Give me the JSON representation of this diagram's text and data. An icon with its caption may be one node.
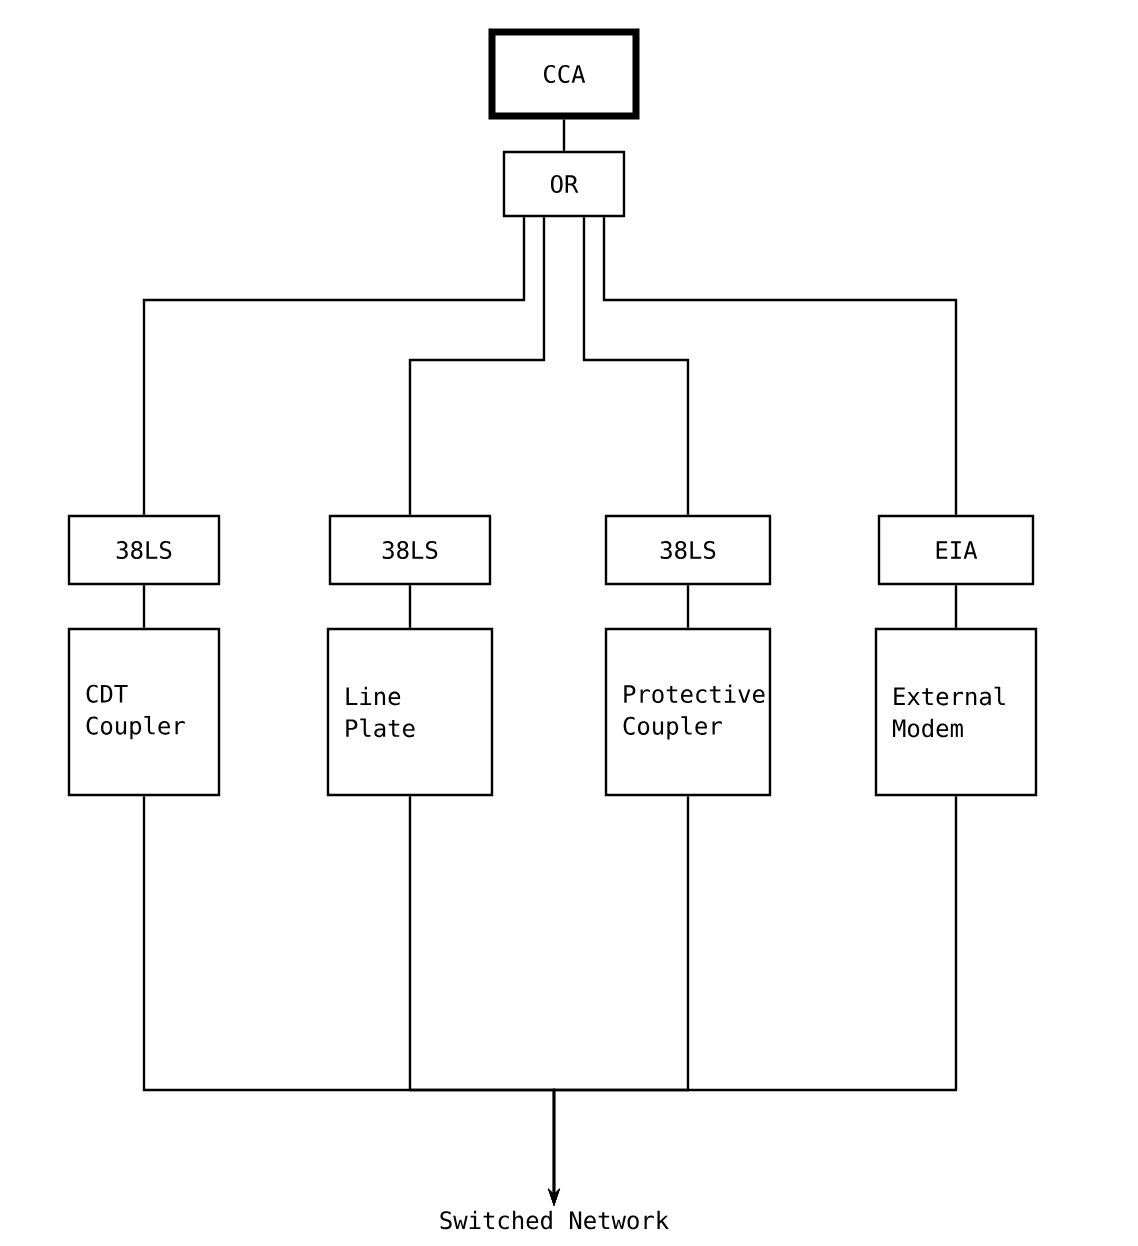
{
  "diagram": {
    "nodes": [
      {
        "text": [
          "CCA"
        ]
      },
      {
        "text": [
          "OR"
        ]
      },
      {
        "text": [
          "38LS"
        ]
      },
      {
        "text": [
          "38LS"
        ]
      },
      {
        "text": [
          "38LS"
        ]
      },
      {
        "text": [
          "EIA"
        ]
      },
      {
        "text": [
          "CDT Coupler"
        ]
      },
      {
        "text": [
          "Line Plate"
        ]
      },
      {
        "text": [
          "Protective Coupler"
        ]
      },
      {
        "text": [
          "External Modem"
        ]
      },
      {
        "text": [
          "Switched Network"
        ]
      }
    ],
    "edges": [
      {
        "from": 0,
        "to": 1,
        "arrow": "none"
      },
      {
        "from": 1,
        "to": 2,
        "arrow": "none"
      },
      {
        "from": 1,
        "to": 3,
        "arrow": "none"
      },
      {
        "from": 1,
        "to": 4,
        "arrow": "none"
      },
      {
        "from": 1,
        "to": 5,
        "arrow": "none"
      },
      {
        "from": 2,
        "to": 6,
        "arrow": "none"
      },
      {
        "from": 3,
        "to": 7,
        "arrow": "none"
      },
      {
        "from": 4,
        "to": 8,
        "arrow": "none"
      },
      {
        "from": 5,
        "to": 9,
        "arrow": "none"
      },
      {
        "from": 6,
        "to": 10,
        "arrow": "to"
      },
      {
        "from": 7,
        "to": 10,
        "arrow": "to"
      },
      {
        "from": 8,
        "to": 10,
        "arrow": "to"
      },
      {
        "from": 9,
        "to": 10,
        "arrow": "to"
      }
    ]
  }
}
